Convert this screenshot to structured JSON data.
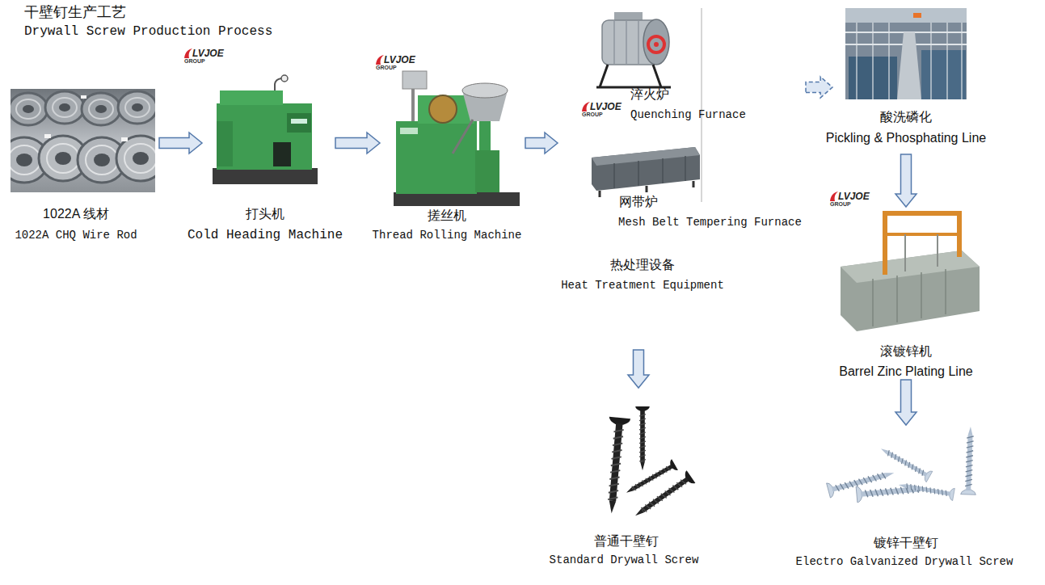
{
  "diagram": {
    "title": "干壁钉生产工艺",
    "nodes": [
      {
        "text": [
          "1022A 线材",
          "1022A CHQ Wire Rod"
        ]
      },
      {
        "text": [
          "打头机",
          "Cold Heading Machine"
        ]
      },
      {
        "text": [
          "搓丝机",
          "Thread Rolling Machine"
        ]
      },
      {
        "text": [
          "热处理设备",
          "Heat Treatment Equipment"
        ]
      },
      {
        "text": [
          "淬火炉",
          "Quenching Furnace"
        ],
        "in": 3
      },
      {
        "text": [
          "网带炉",
          "Mesh Belt Tempering Furnace"
        ],
        "in": 3
      },
      {
        "text": [
          "酸洗磷化",
          "Pickling & Phosphating Line"
        ]
      },
      {
        "text": [
          "滚镀锌机",
          "Barrel Zinc Plating Line"
        ]
      },
      {
        "text": [
          "普通干壁钉",
          "Standard Drywall Screw"
        ]
      },
      {
        "text": [
          "镀锌干壁钉",
          "Electro Galvanized Drywall Screw"
        ]
      }
    ],
    "edges": [
      {
        "from": 0,
        "to": 1,
        "arrow": "to"
      },
      {
        "from": 1,
        "to": 2,
        "arrow": "to"
      },
      {
        "from": 2,
        "to": 3,
        "arrow": "to"
      },
      {
        "from": 3,
        "to": 6,
        "arrow": "to"
      },
      {
        "from": 6,
        "to": 7,
        "arrow": "to"
      },
      {
        "from": 7,
        "to": 9,
        "arrow": "to"
      },
      {
        "from": 3,
        "to": 8,
        "arrow": "to"
      }
    ],
    "labels": [
      "Drywall Screw Production Process",
      "LVJOE",
      "GROUP",
      "LVJOE",
      "GROUP",
      "LVJOE",
      "GROUP",
      "LVJOE",
      "GROUP"
    ]
  }
}
